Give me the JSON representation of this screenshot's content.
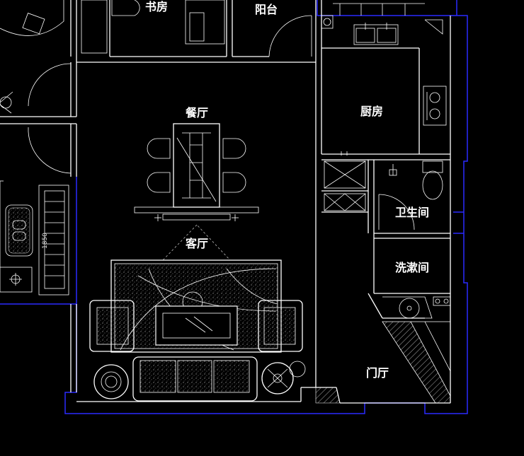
{
  "colors": {
    "background": "#000000",
    "walls": "#ffffff",
    "outer_boundary": "#2a2aff"
  },
  "rooms": {
    "study": "书房",
    "balcony": "阳台",
    "dining": "餐厅",
    "kitchen": "厨房",
    "living": "客厅",
    "bathroom": "卫生间",
    "washroom": "洗漱间",
    "entrance": "门厅"
  },
  "dimension": "1850"
}
